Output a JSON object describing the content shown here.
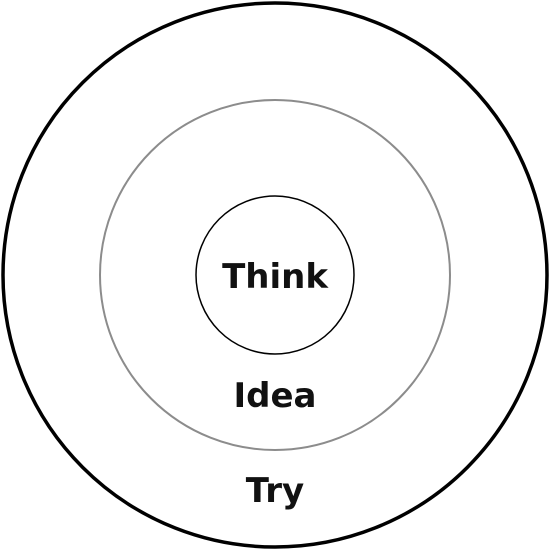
{
  "diagram": {
    "inner_label": "Think",
    "middle_label": "Idea",
    "outer_label": "Try",
    "colors": {
      "outer_ring": "#000000",
      "middle_ring": "#8c8c8c",
      "inner_ring": "#000000",
      "text": "#111111",
      "background": "#ffffff"
    }
  }
}
